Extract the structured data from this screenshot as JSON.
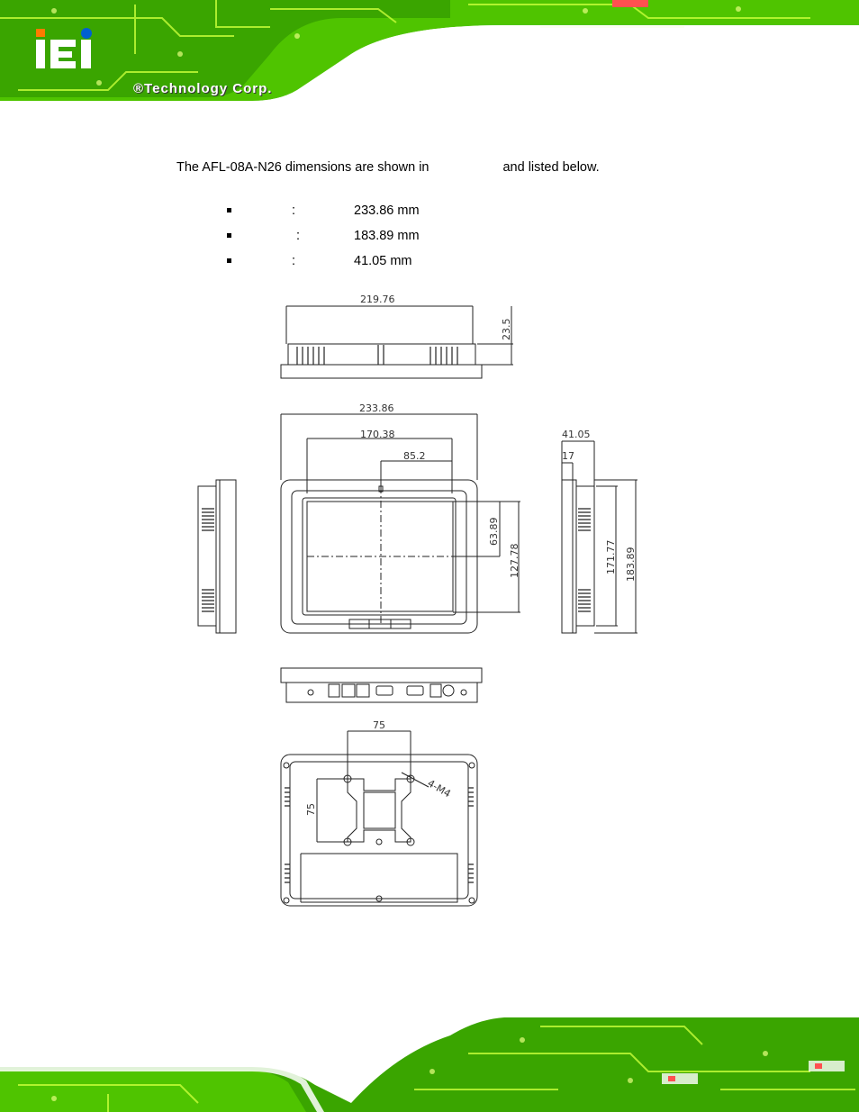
{
  "brand": {
    "logo_text": "iEi",
    "tagline": "®Technology Corp."
  },
  "intro": {
    "before": "The AFL-08A-N26 dimensions are shown in",
    "after": "and listed below."
  },
  "specs": [
    {
      "colon": ":",
      "value": "233.86 mm"
    },
    {
      "colon": ":",
      "value": "183.89 mm"
    },
    {
      "colon": ":",
      "value": "41.05 mm"
    }
  ],
  "drawing_labels": {
    "top_width": "219.76",
    "top_depth": "23.5",
    "front_width": "233.86",
    "screen_width": "170.38",
    "screen_half_width": "85.2",
    "screen_half_height": "63.89",
    "screen_height": "127.78",
    "side_depth": "41.05",
    "side_small": "17",
    "side_inner_height": "171.77",
    "side_height": "183.89",
    "vesa_width": "75",
    "vesa_height": "75",
    "screw_spec": "4-M4"
  },
  "colors": {
    "pcb_green": "#5cd600",
    "pcb_dark": "#2e8a00",
    "trace": "#c8ff30"
  }
}
